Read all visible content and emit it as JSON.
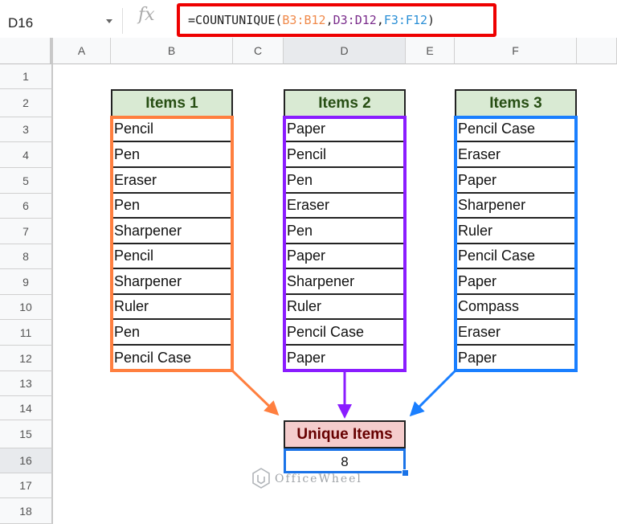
{
  "formula_bar": {
    "name_box": "D16",
    "fx_label": "fx",
    "formula_parts": [
      {
        "text": "=COUNTUNIQUE(",
        "color": "#222222"
      },
      {
        "text": "B3:B12",
        "color": "#f08a4b"
      },
      {
        "text": ",",
        "color": "#222222"
      },
      {
        "text": "D3:D12",
        "color": "#7b2d8c"
      },
      {
        "text": ",",
        "color": "#222222"
      },
      {
        "text": "F3:F12",
        "color": "#2a8fd6"
      },
      {
        "text": ")",
        "color": "#222222"
      }
    ],
    "highlight_color": "#ee0000"
  },
  "columns": [
    "A",
    "B",
    "C",
    "D",
    "E",
    "F",
    ""
  ],
  "selected_column": "D",
  "rows": [
    "1",
    "2",
    "3",
    "4",
    "5",
    "6",
    "7",
    "8",
    "9",
    "10",
    "11",
    "12",
    "13",
    "14",
    "15",
    "16",
    "17",
    "18"
  ],
  "selected_row": "16",
  "tables": [
    {
      "header": "Items 1",
      "range": "B3:B12",
      "frame_color": "#ff7f3f",
      "items": [
        "Pencil",
        "Pen",
        "Eraser",
        "Pen",
        "Sharpener",
        "Pencil",
        "Sharpener",
        "Ruler",
        "Pen",
        "Pencil Case"
      ]
    },
    {
      "header": "Items 2",
      "range": "D3:D12",
      "frame_color": "#8a1cff",
      "items": [
        "Paper",
        "Pencil",
        "Pen",
        "Eraser",
        "Pen",
        "Paper",
        "Sharpener",
        "Ruler",
        "Pencil Case",
        "Paper"
      ]
    },
    {
      "header": "Items 3",
      "range": "F3:F12",
      "frame_color": "#1a7fff",
      "items": [
        "Pencil Case",
        "Eraser",
        "Paper",
        "Sharpener",
        "Ruler",
        "Pencil Case",
        "Paper",
        "Compass",
        "Eraser",
        "Paper"
      ]
    }
  ],
  "result": {
    "header": "Unique Items",
    "value": "8",
    "header_bg": "#f4cccc",
    "header_color": "#660000"
  },
  "watermark": "OfficeWheel"
}
